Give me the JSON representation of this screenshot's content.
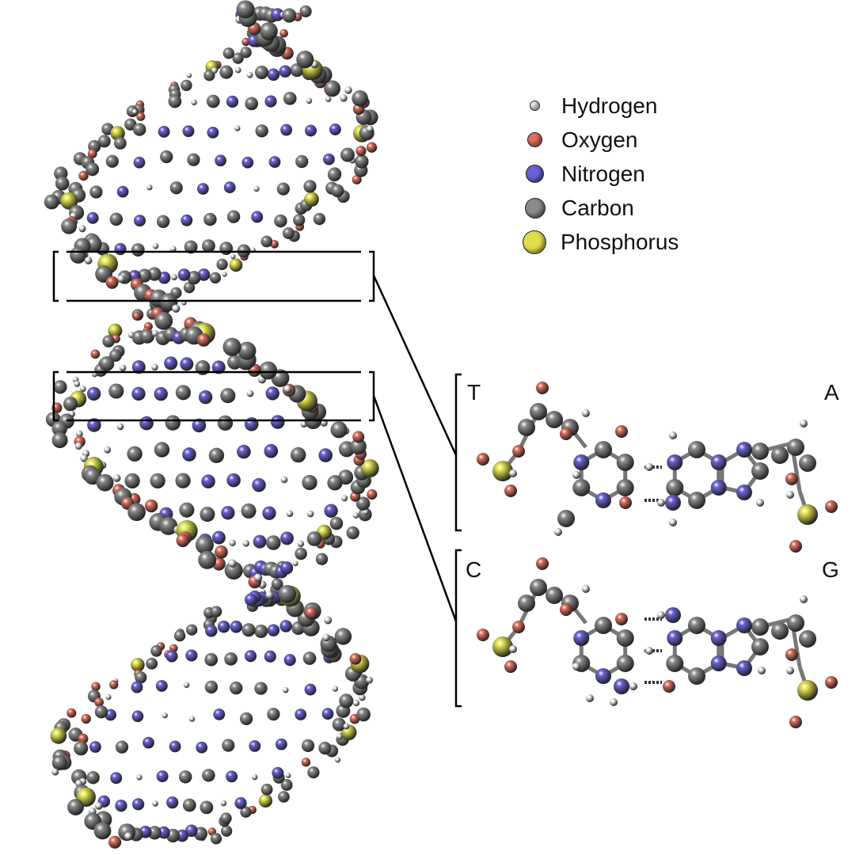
{
  "legend": {
    "items": [
      {
        "label": "Hydrogen",
        "element": "H",
        "color": "#f2f2f2"
      },
      {
        "label": "Oxygen",
        "element": "O",
        "color": "#e0705e"
      },
      {
        "label": "Nitrogen",
        "element": "N",
        "color": "#6b62d6"
      },
      {
        "label": "Carbon",
        "element": "C",
        "color": "#8a8a8a"
      },
      {
        "label": "Phosphorus",
        "element": "P",
        "color": "#dede4a"
      }
    ]
  },
  "base_pairs": [
    {
      "left": "T",
      "right": "A"
    },
    {
      "left": "C",
      "right": "G"
    }
  ]
}
